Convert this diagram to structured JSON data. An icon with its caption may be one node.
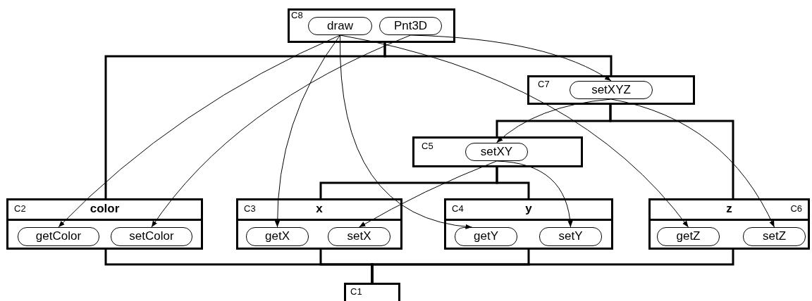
{
  "diagram": {
    "nodes": [
      {
        "text": [
          "C8"
        ]
      },
      {
        "text": [
          "draw"
        ],
        "in": 0
      },
      {
        "text": [
          "Pnt3D"
        ],
        "in": 0
      },
      {
        "text": [
          "C7"
        ]
      },
      {
        "text": [
          "setXYZ"
        ],
        "in": 3
      },
      {
        "text": [
          "C5"
        ]
      },
      {
        "text": [
          "setXY"
        ],
        "in": 5
      },
      {
        "text": [
          "C2",
          "color"
        ]
      },
      {
        "text": [
          "getColor"
        ],
        "in": 7
      },
      {
        "text": [
          "setColor"
        ],
        "in": 7
      },
      {
        "text": [
          "C3",
          "x"
        ]
      },
      {
        "text": [
          "getX"
        ],
        "in": 10
      },
      {
        "text": [
          "setX"
        ],
        "in": 10
      },
      {
        "text": [
          "C4",
          "y"
        ]
      },
      {
        "text": [
          "getY"
        ],
        "in": 13
      },
      {
        "text": [
          "setY"
        ],
        "in": 13
      },
      {
        "text": [
          "z",
          "C6"
        ]
      },
      {
        "text": [
          "getZ"
        ],
        "in": 16
      },
      {
        "text": [
          "setZ"
        ],
        "in": 16
      },
      {
        "text": [
          "C1"
        ]
      }
    ],
    "edges": [
      {
        "from": 1,
        "to": 8,
        "arrow": "to"
      },
      {
        "from": 1,
        "to": 11,
        "arrow": "to"
      },
      {
        "from": 1,
        "to": 14,
        "arrow": "to"
      },
      {
        "from": 1,
        "to": 17,
        "arrow": "to"
      },
      {
        "from": 2,
        "to": 9,
        "arrow": "to"
      },
      {
        "from": 2,
        "to": 4,
        "arrow": "to"
      },
      {
        "from": 4,
        "to": 6,
        "arrow": "to"
      },
      {
        "from": 4,
        "to": 18,
        "arrow": "to"
      },
      {
        "from": 6,
        "to": 12,
        "arrow": "to"
      },
      {
        "from": 6,
        "to": 15,
        "arrow": "to"
      },
      {
        "from": 0,
        "to": 7,
        "arrow": "none",
        "style": "thick"
      },
      {
        "from": 0,
        "to": 3,
        "arrow": "none",
        "style": "thick"
      },
      {
        "from": 3,
        "to": 5,
        "arrow": "none",
        "style": "thick"
      },
      {
        "from": 3,
        "to": 16,
        "arrow": "none",
        "style": "thick"
      },
      {
        "from": 5,
        "to": 10,
        "arrow": "none",
        "style": "thick"
      },
      {
        "from": 5,
        "to": 13,
        "arrow": "none",
        "style": "thick"
      },
      {
        "from": 7,
        "to": 19,
        "arrow": "none",
        "style": "thick"
      },
      {
        "from": 10,
        "to": 19,
        "arrow": "none",
        "style": "thick"
      },
      {
        "from": 13,
        "to": 19,
        "arrow": "none",
        "style": "thick"
      },
      {
        "from": 16,
        "to": 19,
        "arrow": "none",
        "style": "thick"
      }
    ]
  }
}
